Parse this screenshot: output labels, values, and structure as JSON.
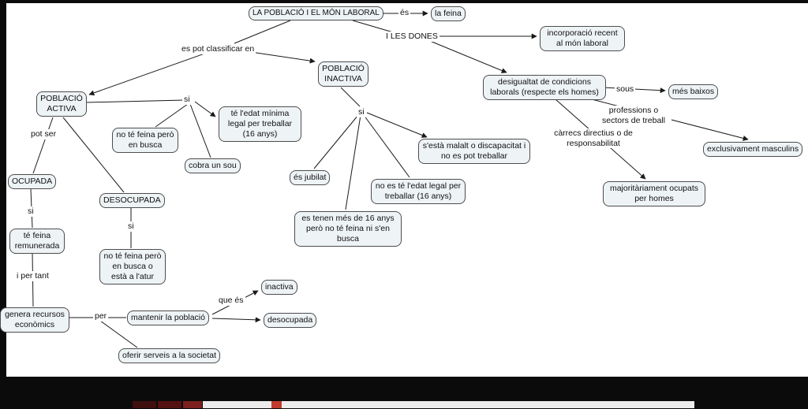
{
  "colors": {
    "canvas-bg": "#ffffff",
    "frame-bg": "#0b0b0b",
    "node-fill": "#eef3f6",
    "node-border": "#4d4d4d",
    "line-color": "#1a1a1a",
    "text-color": "#111111"
  },
  "nodes": {
    "title": "LA POBLACIÓ I EL MÓN LABORAL",
    "la_feina": "la feina",
    "incorporacio": "incorporació recent al món laboral",
    "poblacio_inactiva": "POBLACIÓ INACTIVA",
    "desigualtat": "desigualtat de condicions laborals (respecte els homes)",
    "mes_baixos": "més baixos",
    "poblacio_activa": "POBLACIÓ ACTIVA",
    "edat_minima": "té l'edat mínima legal per treballar (16 anys)",
    "no_te_feina_busca": "no té feina però en busca",
    "malalt": "s'està malalt o discapacitat i no es pot treballar",
    "exclusivament": "exclusivament masculins",
    "cobra_sou": "cobra un sou",
    "jubilat": "és jubilat",
    "ocupada": "OCUPADA",
    "no_edat_legal": "no es té l'edat legal per treballar (16 anys)",
    "majoritariament": "majoritàriament ocupats per homes",
    "desocupada": "DESOCUPADA",
    "mes_de_16": "es tenen més de 16 anys però no té feina ni s'en busca",
    "te_feina_remunerada": "té feina remunerada",
    "no_te_feina_atur": "no té feina però en busca o està a l'atur",
    "inactiva": "inactiva",
    "genera_recursos": "genera recursos econòmics",
    "mantenir": "mantenir la població",
    "desocupada_min": "desocupada",
    "oferir_serveis": "oferir serveis a la societat"
  },
  "links": {
    "es": "és",
    "i_les_dones": "I LES DONES",
    "classificar": "es pot classificar en",
    "si_activa": "si",
    "pot_ser": "pot ser",
    "sous": "sous",
    "professions": "professions o sectors de treball",
    "si_inactiva": "si",
    "carrecs": "càrrecs directius o de responsabilitat",
    "si_ocupada": "si",
    "si_desocupada": "si",
    "i_per_tant": "i per tant",
    "que_es": "que és",
    "per": "per"
  }
}
